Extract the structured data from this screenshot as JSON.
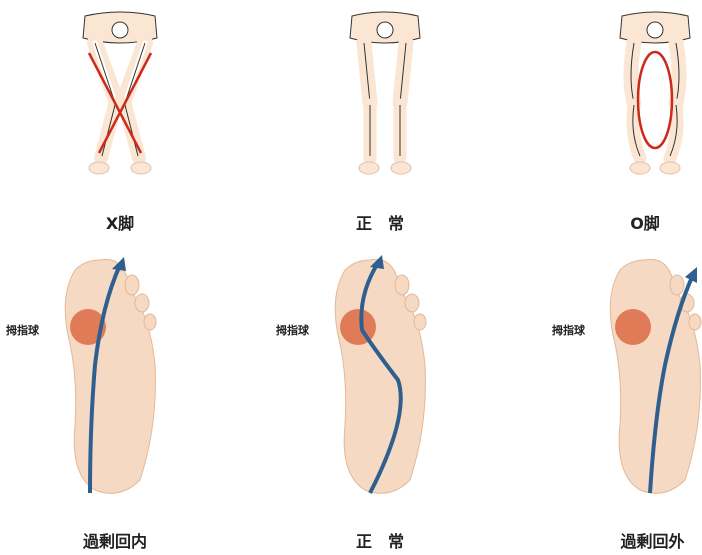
{
  "legs": {
    "x_leg": {
      "caption": "X脚"
    },
    "normal": {
      "caption": "正　常"
    },
    "o_leg": {
      "caption": "O脚"
    }
  },
  "feet": {
    "overpronation": {
      "caption": "過剰回内",
      "ball_label": "拇指球"
    },
    "normal": {
      "caption": "正　常",
      "ball_label": "拇指球"
    },
    "oversupination": {
      "caption": "過剰回外",
      "ball_label": "拇指球"
    }
  },
  "colors": {
    "skin": "#fbe6d4",
    "skin_dark": "#f0c8aa",
    "bone_outline": "#333333",
    "marker_red": "#cc2a1a",
    "arrow_blue": "#2f5f8f",
    "ball_orange": "#d9643c"
  }
}
